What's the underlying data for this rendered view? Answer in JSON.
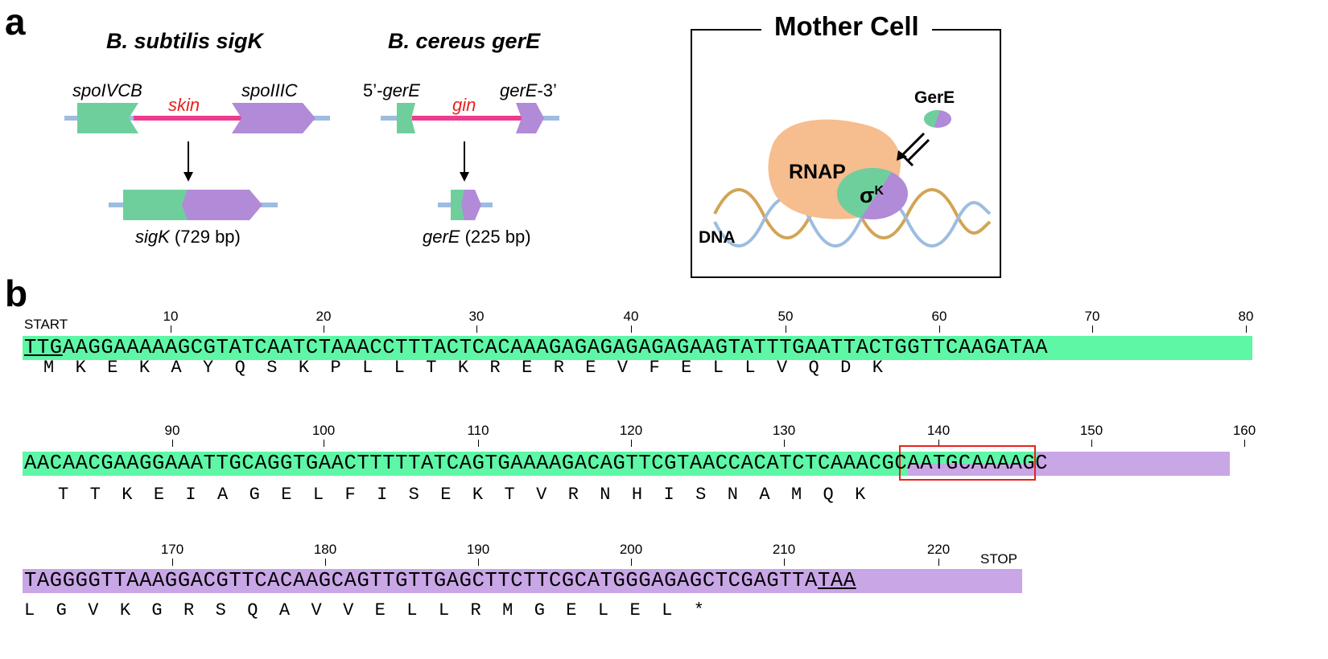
{
  "panel_a": {
    "letter": "a",
    "sigk_title": "B. subtilis sigK",
    "sigk_left_gene": "spoIVCB",
    "sigk_element": "skin",
    "sigk_right_gene": "spoIIIC",
    "sigk_product_gene": "sigK",
    "sigk_product_size": "(729 bp)",
    "gere_title": "B. cereus gerE",
    "gere_left_prefix": "5’-",
    "gere_left_gene": "gerE",
    "gere_element": "gin",
    "gere_right_gene": "gerE",
    "gere_right_suffix": "-3’",
    "gere_product_gene": "gerE",
    "gere_product_size": "(225 bp)",
    "cell_title": "Mother Cell",
    "gere_protein": "GerE",
    "rnap": "RNAP",
    "sigma": "σ",
    "sigma_sup": "K",
    "dna": "DNA",
    "colors": {
      "green": "#6fcf9c",
      "purple": "#b18ad8",
      "pink": "#ee3b8f",
      "dna_blue": "#9dbde0",
      "dna_gold": "#d2a455",
      "rnap": "#f6bd8e",
      "red": "#e8211d"
    }
  },
  "panel_b": {
    "letter": "b",
    "start_label": "START",
    "stop_label": "STOP",
    "colors": {
      "green_bar": "#5df7a6",
      "purple_bar": "#c9a6e6",
      "box": "#e8211d"
    },
    "rows": [
      {
        "numbers": [
          "10",
          "20",
          "30",
          "40",
          "50",
          "60",
          "70",
          "80"
        ],
        "start_codon": "TTG",
        "seq_green": "AAGGAAAAAGCGTATCAATCTAAACCTTTACTCACAAAGAGAGAGAGAGAAGTATTTGAATTACTGGTTCAAGATAA",
        "seq_purple": "",
        "stop_codon": "",
        "aa": "M  K  E  K  A  Y  Q  S  K  P  L  L  T  K  R  E  R  E  V  F  E  L  L  V  Q  D  K"
      },
      {
        "numbers": [
          "90",
          "100",
          "110",
          "120",
          "130",
          "140",
          "150",
          "160"
        ],
        "start_codon": "",
        "seq_green": "AACAACGAAGGAAATTGCAGGTGAACTTTTTATCAGTGAAAAGACAGTTCGTAACCACATCTCAAA",
        "seq_purple": "CGCAATGCAAAAGC",
        "stop_codon": "",
        "aa": "T  T  K  E  I  A  G  E  L  F  I  S  E  K  T  V  R  N  H  I  S  N  A  M  Q  K"
      },
      {
        "numbers": [
          "170",
          "180",
          "190",
          "200",
          "210",
          "220"
        ],
        "start_codon": "",
        "seq_green": "",
        "seq_purple": "TAGGGGTTAAAGGACGTTCACAAGCAGTTGTTGAGCTTCTTCGCATGGGAGAGCTCGAGTTA",
        "stop_codon": "TAA",
        "aa": "L  G  V  K  G  R  S  Q  A  V  V  E  L  L  R  M  G  E  L  E  L  *"
      }
    ]
  }
}
